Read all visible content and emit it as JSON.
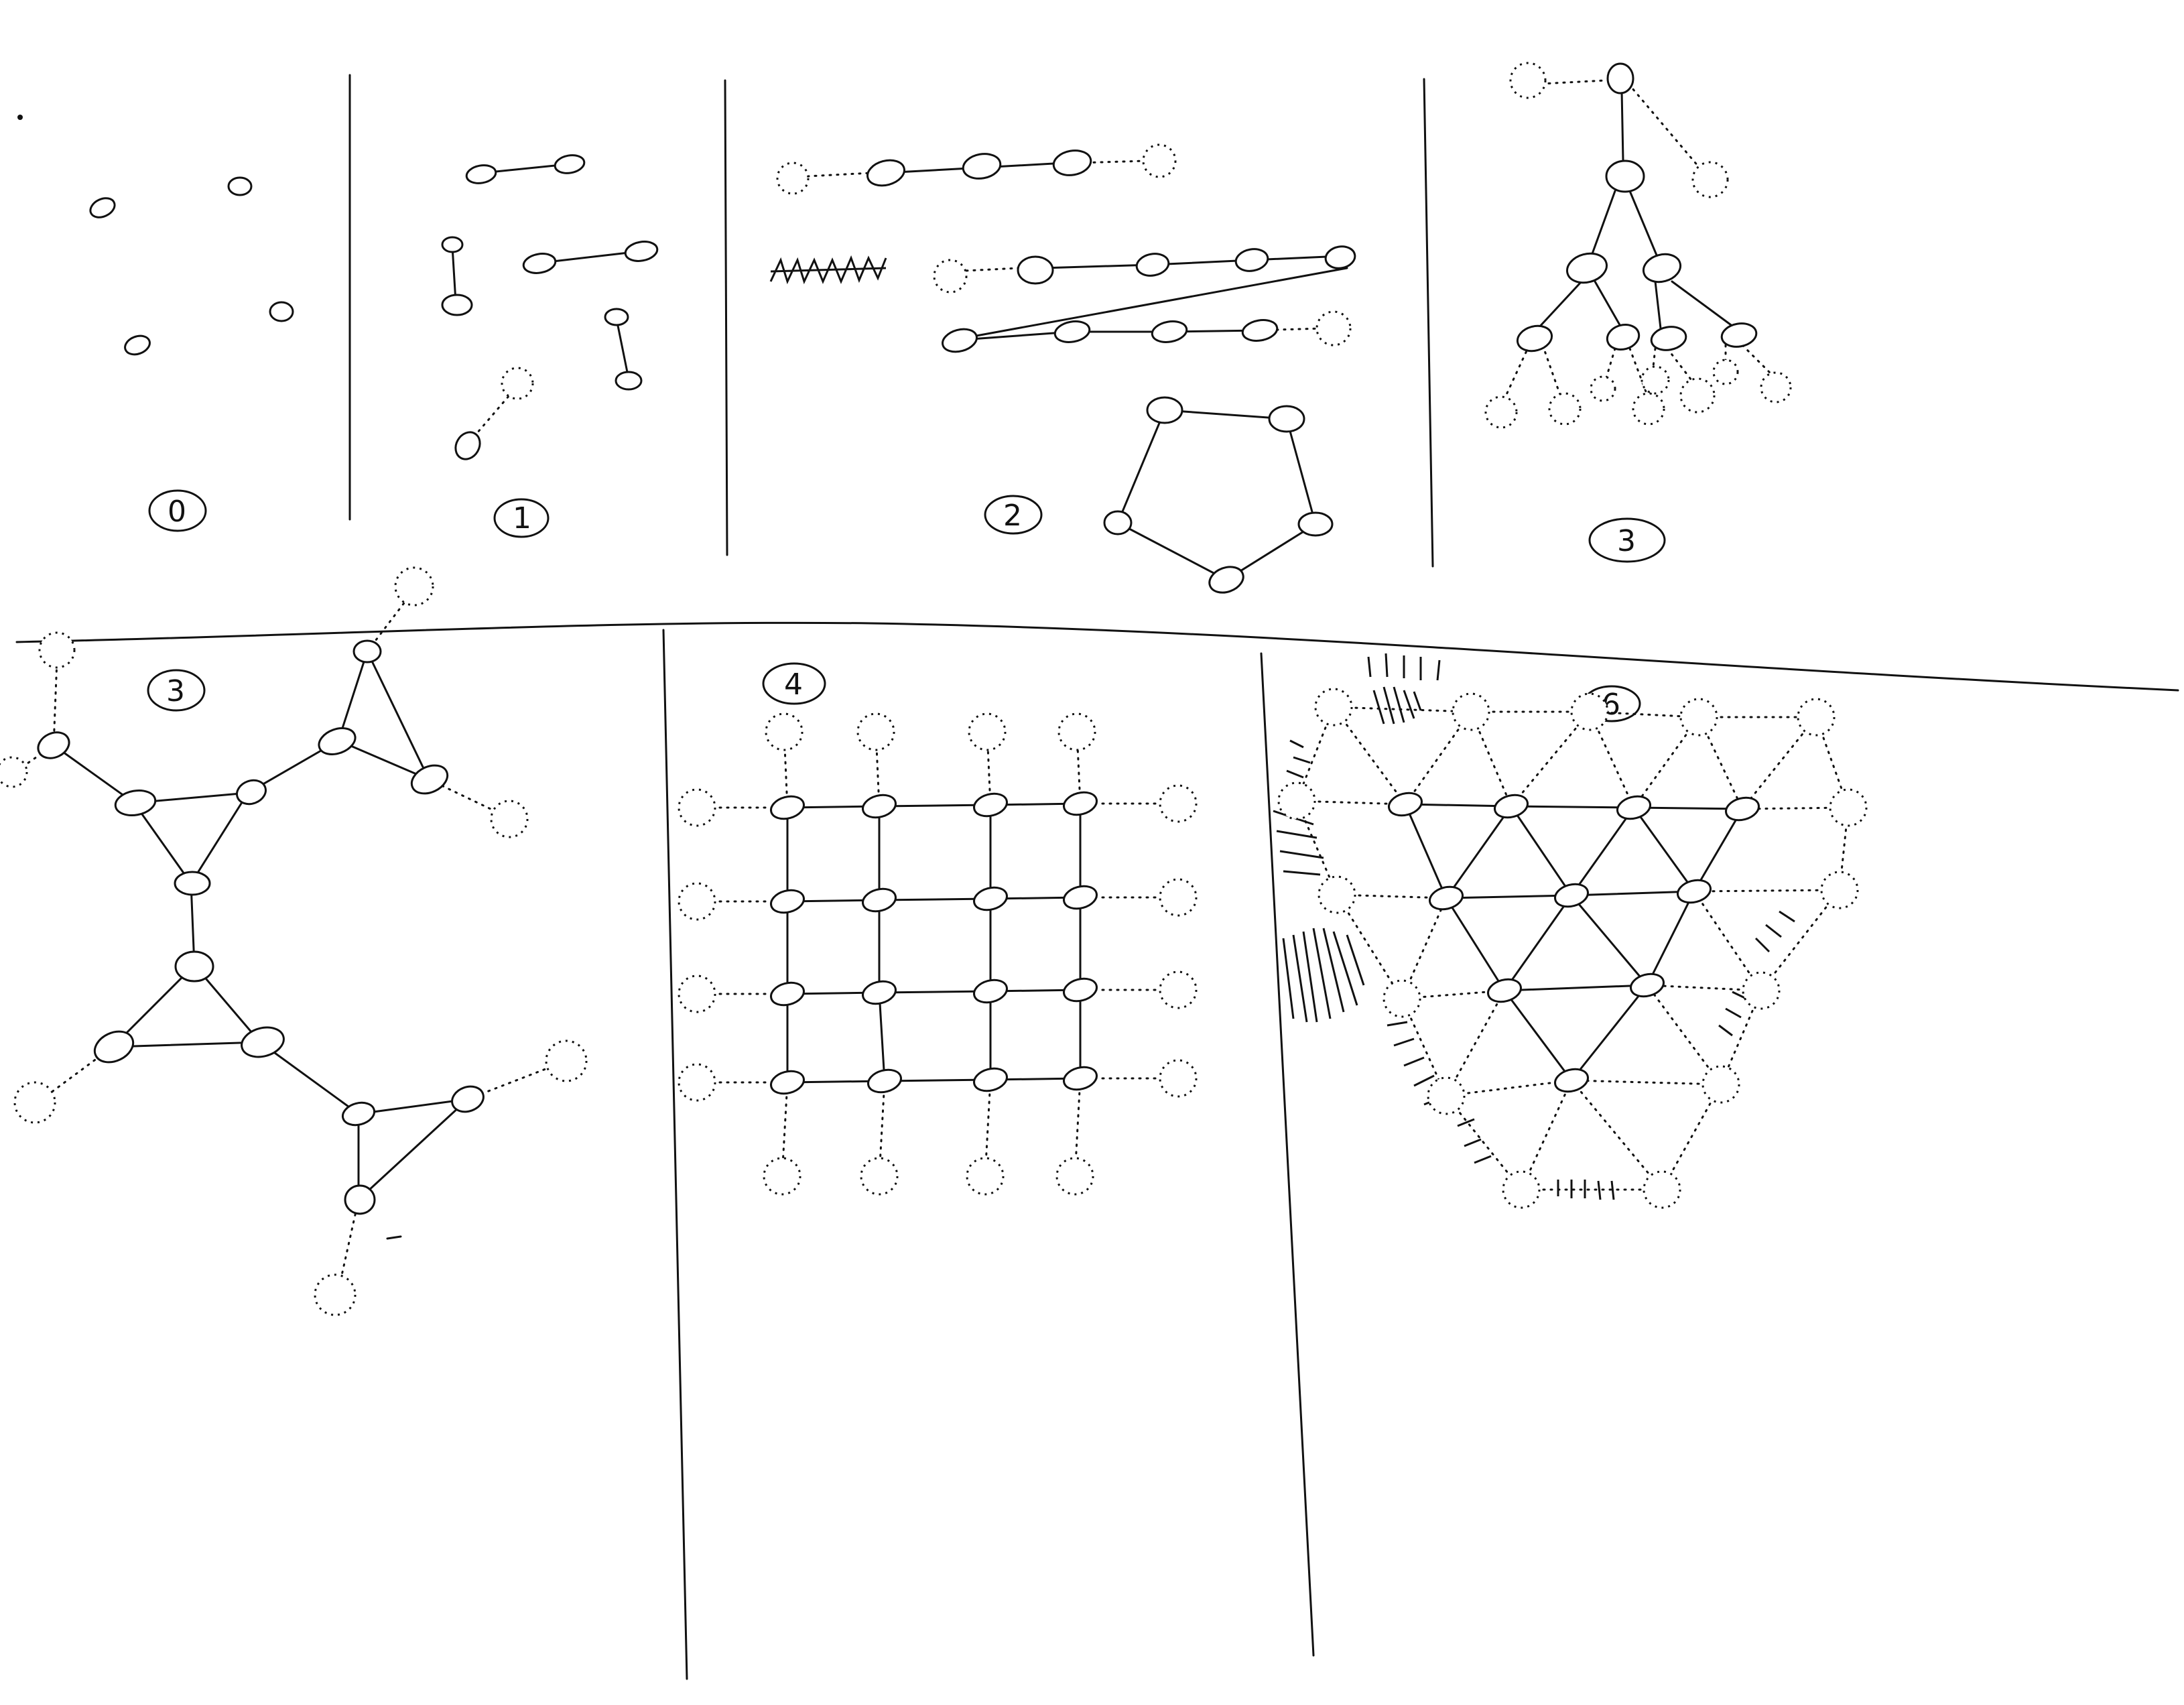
{
  "panels": [
    {
      "id": "p0",
      "label": "0"
    },
    {
      "id": "p1",
      "label": "1"
    },
    {
      "id": "p2",
      "label": "2"
    },
    {
      "id": "p3a",
      "label": "3"
    },
    {
      "id": "p3b",
      "label": "3"
    },
    {
      "id": "p4",
      "label": "4"
    },
    {
      "id": "p6",
      "label": "6"
    }
  ],
  "colors": {
    "ink": "#111111",
    "paper": "#ffffff"
  }
}
